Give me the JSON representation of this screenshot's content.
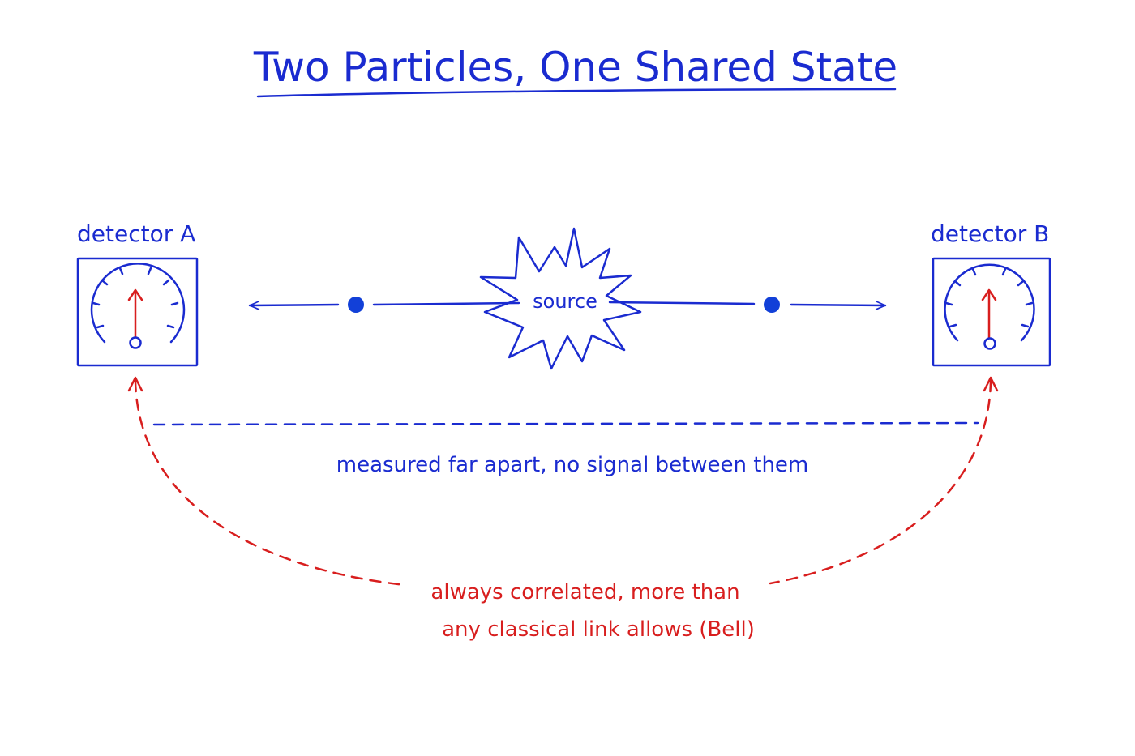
{
  "title": "Two Particles, One Shared State",
  "detector_a": {
    "label": "detector A",
    "icon": "gauge-icon"
  },
  "detector_b": {
    "label": "detector B",
    "icon": "gauge-icon"
  },
  "source": {
    "label": "source",
    "icon": "starburst-icon"
  },
  "separation_caption": "measured far apart, no signal between them",
  "correlation_caption": {
    "line1": "always correlated, more than",
    "line2": "any classical link allows (Bell)"
  },
  "colors": {
    "ink_blue": "#1a2bd0",
    "ink_red": "#d81e1e",
    "particle": "#1240d8",
    "background": "#ffffff"
  }
}
